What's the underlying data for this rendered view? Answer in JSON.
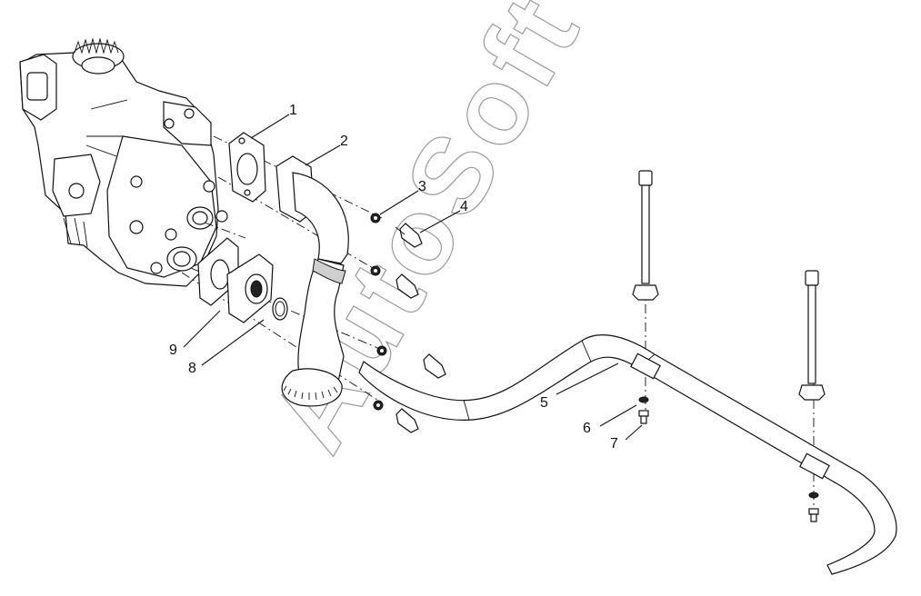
{
  "watermark": "AutoSoft",
  "callouts": [
    "1",
    "2",
    "3",
    "4",
    "5",
    "6",
    "7",
    "8",
    "9"
  ],
  "colors": {
    "line": "#111111",
    "background": "#ffffff",
    "watermark": "#9a9a9a"
  }
}
